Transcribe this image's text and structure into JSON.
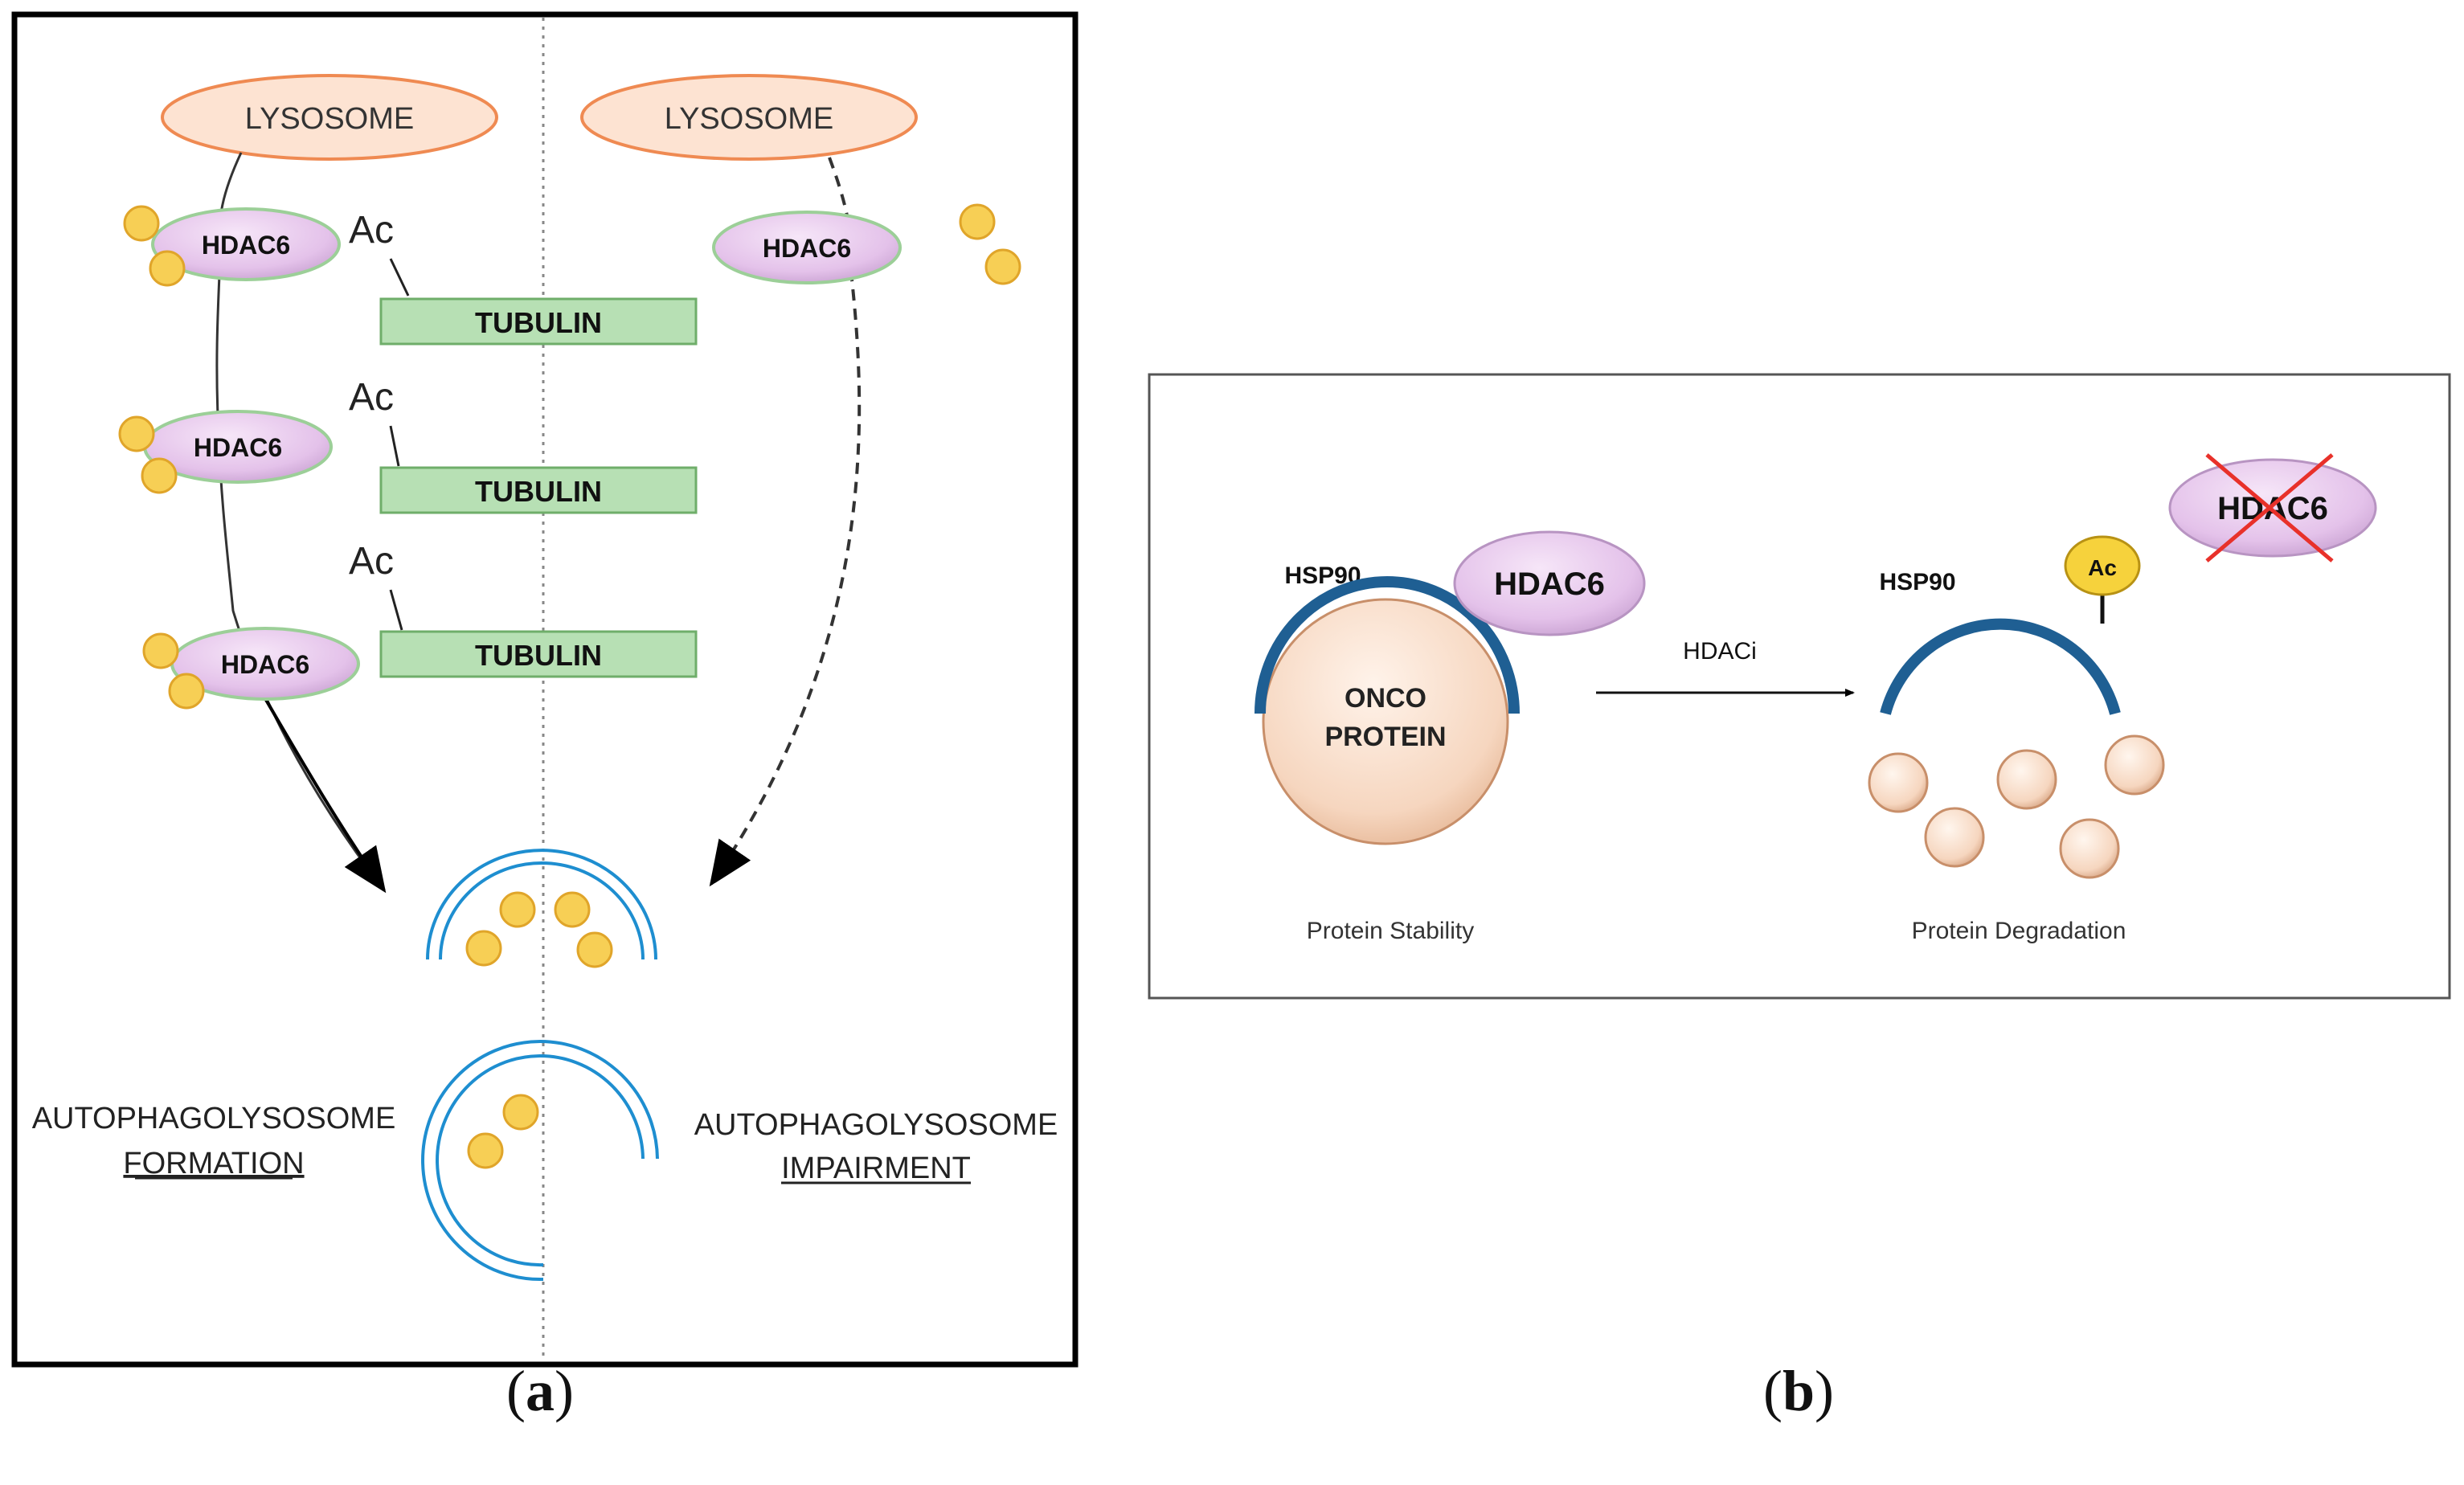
{
  "panel_a": {
    "lysosome_left": "LYSOSOME",
    "lysosome_right": "LYSOSOME",
    "hdac6_labels": [
      "HDAC6",
      "HDAC6",
      "HDAC6",
      "HDAC6"
    ],
    "ac_labels": [
      "Ac",
      "Ac",
      "Ac"
    ],
    "tubulin_labels": [
      "TUBULIN",
      "TUBULIN",
      "TUBULIN"
    ],
    "formation_line1": "AUTOPHAGOLYSOSOME",
    "formation_line2": "FORMATION",
    "impairment_line1": "AUTOPHAGOLYSOSOME",
    "impairment_line2": "IMPAIRMENT",
    "colors": {
      "lysosome_fill": "#fde3d2",
      "lysosome_stroke": "#ef8a52",
      "hdac6_fill": "#e8c8ec",
      "tubulin_fill": "#b7e0b4",
      "tubulin_stroke": "#6fae6a",
      "dot_fill": "#f7cf55",
      "membrane": "#1e8ed0"
    }
  },
  "panel_b": {
    "hsp90_left": "HSP90",
    "hsp90_right": "HSP90",
    "hdac6_left": "HDAC6",
    "hdac6_crossed": "HDAC6",
    "onco_line1": "ONCO",
    "onco_line2": "PROTEIN",
    "arrow_label": "HDACi",
    "ac_tag": "Ac",
    "stability_label": "Protein Stability",
    "degradation_label": "Protein Degradation",
    "colors": {
      "hsp90_arc": "#1f5f93",
      "onco_fill": "#f9dcc6",
      "ac_fill": "#f6d23c",
      "cross": "#e8312a"
    }
  },
  "captions": {
    "a_open": "(",
    "a_letter": "a",
    "a_close": ")",
    "b_open": "(",
    "b_letter": "b",
    "b_close": ")"
  }
}
